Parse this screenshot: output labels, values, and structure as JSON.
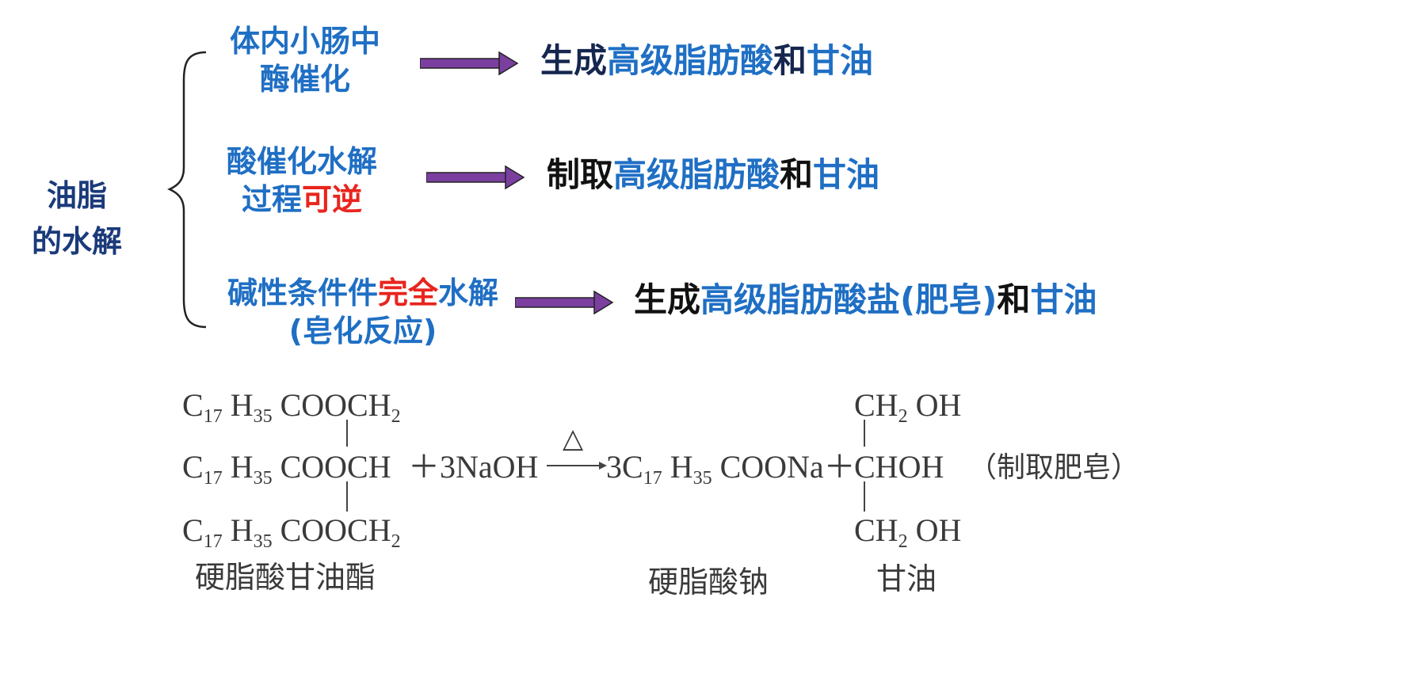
{
  "title": {
    "line1": "油脂",
    "line2": "的水解"
  },
  "branches": [
    {
      "condition": {
        "line1": "体内小肠中",
        "line2": "酶催化"
      },
      "result": {
        "part1": "生成",
        "part2": "高级脂肪酸",
        "part3": "和",
        "part4": "甘油"
      }
    },
    {
      "condition": {
        "line1": "酸催化水解",
        "line2_a": "过程",
        "line2_b": "可逆"
      },
      "result": {
        "part1": "制取",
        "part2": "高级脂肪酸",
        "part3": "和",
        "part4": "甘油"
      }
    },
    {
      "condition": {
        "line1_a": "碱性条件件",
        "line1_b": "完全",
        "line1_c": "水解",
        "line2": "(皂化反应)"
      },
      "result": {
        "part1": "生成",
        "part2": "高级脂肪酸盐(肥皂)",
        "part3": "和",
        "part4": "甘油"
      }
    }
  ],
  "colors": {
    "blue": "#1f6fc4",
    "red": "#e8251e",
    "navy": "#15264f",
    "arrow": "#7b3fa0"
  },
  "equation": {
    "c": "C",
    "n17": "17",
    "h": "H",
    "n35": "35",
    "row_end_ch2": "COOCH",
    "row_end_ch": "COOCH",
    "two": "2",
    "plus_naoh": "＋3NaOH",
    "heat": "△",
    "product_prefix": "3C",
    "product_suffix": "COONa＋",
    "g_ch2oh_a": "CH",
    "g_oh": "OH",
    "g_chohh": "CHOH",
    "note": "（制取肥皂）",
    "label_reactant": "硬脂酸甘油酯",
    "label_product1": "硬脂酸钠",
    "label_product2": "甘油"
  }
}
